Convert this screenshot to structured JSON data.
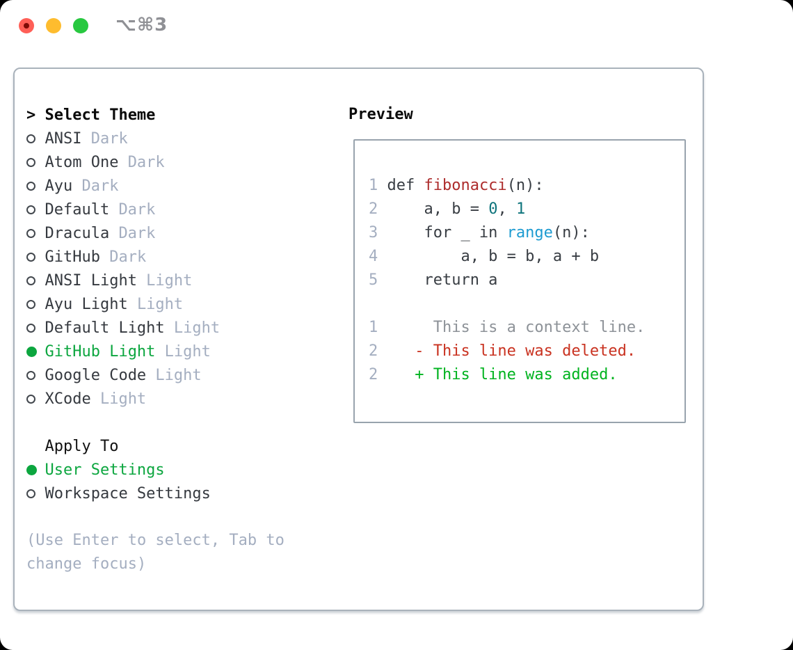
{
  "window": {
    "title": "⌥⌘3",
    "traffic_lights": [
      "close",
      "minimize",
      "zoom"
    ]
  },
  "colors": {
    "selection_green": "#0ca63f",
    "diff_added_green": "#00b31f",
    "diff_deleted_red": "#c93220",
    "function_red": "#ad2c2c",
    "number_teal": "#0e747c",
    "builtin_blue": "#1d9bd1",
    "muted_gray": "#a4aec0",
    "text_dark": "#35393f",
    "traffic_red": "#ff5f57",
    "traffic_yellow": "#febc2e",
    "traffic_green": "#28c840"
  },
  "theme_selector": {
    "pointer": ">",
    "header": "Select Theme",
    "themes": [
      {
        "name": "ANSI",
        "variant": "Dark",
        "selected": false
      },
      {
        "name": "Atom One",
        "variant": "Dark",
        "selected": false
      },
      {
        "name": "Ayu",
        "variant": "Dark",
        "selected": false
      },
      {
        "name": "Default",
        "variant": "Dark",
        "selected": false
      },
      {
        "name": "Dracula",
        "variant": "Dark",
        "selected": false
      },
      {
        "name": "GitHub",
        "variant": "Dark",
        "selected": false
      },
      {
        "name": "ANSI Light",
        "variant": "Light",
        "selected": false
      },
      {
        "name": "Ayu Light",
        "variant": "Light",
        "selected": false
      },
      {
        "name": "Default Light",
        "variant": "Light",
        "selected": false
      },
      {
        "name": "GitHub Light",
        "variant": "Light",
        "selected": true
      },
      {
        "name": "Google Code",
        "variant": "Light",
        "selected": false
      },
      {
        "name": "XCode",
        "variant": "Light",
        "selected": false
      }
    ],
    "apply_to": {
      "header": "Apply To",
      "options": [
        {
          "label": "User Settings",
          "selected": true
        },
        {
          "label": "Workspace Settings",
          "selected": false
        }
      ]
    },
    "help_lines": [
      "(Use Enter to select, Tab to",
      "change focus)"
    ]
  },
  "preview": {
    "header": "Preview",
    "code": [
      {
        "num": "1",
        "segs": [
          {
            "t": "def ",
            "c": "plain"
          },
          {
            "t": "fibonacci",
            "c": "func"
          },
          {
            "t": "(n):",
            "c": "plain"
          }
        ]
      },
      {
        "num": "2",
        "segs": [
          {
            "t": "    a, b = ",
            "c": "plain"
          },
          {
            "t": "0",
            "c": "numlit"
          },
          {
            "t": ", ",
            "c": "plain"
          },
          {
            "t": "1",
            "c": "numlit"
          }
        ]
      },
      {
        "num": "3",
        "segs": [
          {
            "t": "    for _ in ",
            "c": "plain"
          },
          {
            "t": "range",
            "c": "builtin"
          },
          {
            "t": "(n):",
            "c": "plain"
          }
        ]
      },
      {
        "num": "4",
        "segs": [
          {
            "t": "        a, b = b, a + b",
            "c": "plain"
          }
        ]
      },
      {
        "num": "5",
        "segs": [
          {
            "t": "    return a",
            "c": "plain"
          }
        ]
      },
      {
        "num": "",
        "segs": []
      },
      {
        "num": "1",
        "segs": [
          {
            "t": "     This is a context line.",
            "c": "context"
          }
        ]
      },
      {
        "num": "2",
        "segs": [
          {
            "t": "   - This line was deleted.",
            "c": "deleted"
          }
        ]
      },
      {
        "num": "2",
        "segs": [
          {
            "t": "   + This line was added.",
            "c": "added"
          }
        ]
      }
    ]
  }
}
